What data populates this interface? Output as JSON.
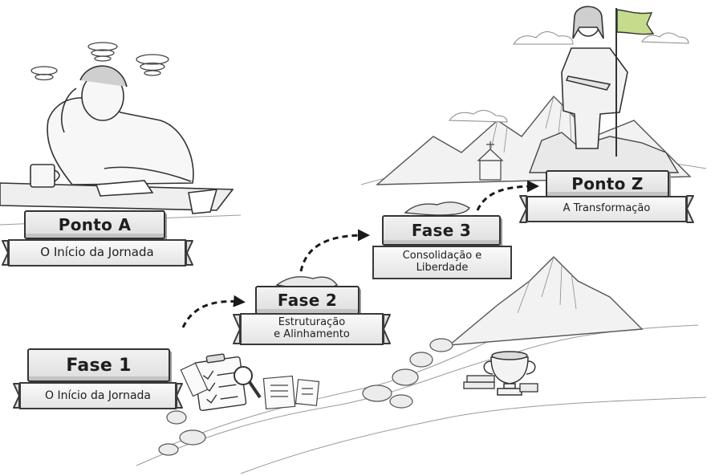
{
  "milestones": {
    "ponto_a": {
      "title": "Ponto A",
      "subtitle": "O Início da Jornada"
    },
    "fase_1": {
      "title": "Fase 1",
      "subtitle": "O Início da Jornada"
    },
    "fase_2": {
      "title": "Fase 2",
      "subtitle_line1": "Estruturação",
      "subtitle_line2": "e Alinhamento"
    },
    "fase_3": {
      "title": "Fase 3",
      "subtitle_line1": "Consolidação e",
      "subtitle_line2": "Liberdade"
    },
    "ponto_z": {
      "title": "Ponto Z",
      "subtitle": "A Transformação"
    }
  },
  "colors": {
    "ink": "#1e1e1e",
    "stone": "#e6e6e6",
    "flag": "#c5dc8c",
    "arrow": "#1a1a1a"
  }
}
